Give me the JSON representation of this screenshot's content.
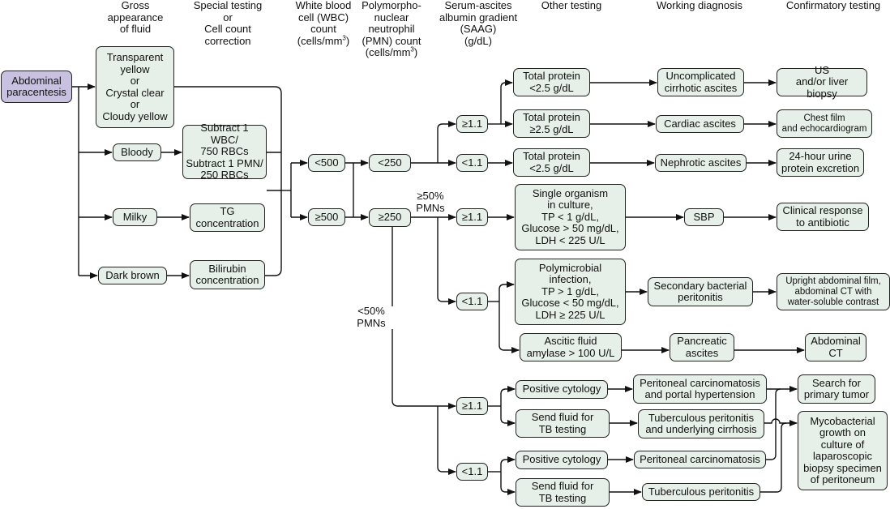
{
  "headers": {
    "gross": "Gross\nappearance\nof fluid",
    "special": "Special testing\nor\nCell count\ncorrection",
    "wbc_main": "White blood\ncell (WBC)\ncount\n(cells/mm",
    "wbc_tail": ")",
    "pmn_main": "Polymorpho-\nnuclear\nneutrophil\n(PMN) count\n(cells/mm",
    "pmn_tail": ")",
    "cube": "3",
    "saag": "Serum-ascites\nalbumin gradient\n(SAAG)\n(g/dL)",
    "other": "Other testing",
    "working": "Working diagnosis",
    "confirm": "Confirmatory testing"
  },
  "nodes": {
    "start": "Abdominal\nparacentesis",
    "transparent": "Transparent\nyellow\nor\nCrystal clear\nor\nCloudy yellow",
    "bloody": "Bloody",
    "milky": "Milky",
    "darkbrown": "Dark brown",
    "subtract": "Subtract 1 WBC/\n750 RBCs\nSubtract 1 PMN/\n250 RBCs",
    "tg": "TG\nconcentration",
    "bilirubin": "Bilirubin\nconcentration",
    "wbc_lt500": "<500",
    "wbc_ge500": "≥500",
    "pmn_lt250": "<250",
    "pmn_ge250": "≥250",
    "s1": "≥1.1",
    "s2": "<1.1",
    "s3": "≥1.1",
    "s4": "<1.1",
    "s5": "≥1.1",
    "s6": "<1.1",
    "tp_lt25a": "Total protein\n<2.5 g/dL",
    "tp_ge25": "Total protein\n≥2.5 g/dL",
    "tp_lt25b": "Total protein\n<2.5 g/dL",
    "single": "Single organism\nin culture,\nTP < 1 g/dL,\nGlucose > 50 mg/dL,\nLDH < 225 U/L",
    "poly": "Polymicrobial\ninfection,\nTP > 1 g/dL,\nGlucose < 50 mg/dL,\nLDH ≥ 225 U/L",
    "amylase": "Ascitic fluid\namylase > 100 U/L",
    "poscyto1": "Positive cytology",
    "sendtb1": "Send fluid for\nTB testing",
    "poscyto2": "Positive cytology",
    "sendtb2": "Send fluid for\nTB testing",
    "uncomplicated": "Uncomplicated\ncirrhotic ascites",
    "cardiac": "Cardiac ascites",
    "nephrotic": "Nephrotic ascites",
    "sbp": "SBP",
    "secondary": "Secondary bacterial\nperitonitis",
    "pancreatic": "Pancreatic\nascites",
    "pcph": "Peritoneal carcinomatosis\nand portal hypertension",
    "tbcirr": "Tuberculous peritonitis\nand underlying cirrhosis",
    "pc": "Peritoneal carcinomatosis",
    "tbp": "Tuberculous peritonitis",
    "us": "US\nand/or liver biopsy",
    "chest": "Chest film\nand echocardiogram",
    "urine": "24-hour urine\nprotein excretion",
    "clinical": "Clinical response\nto antibiotic",
    "upright": "Upright abdominal film,\nabdominal CT with\nwater-soluble contrast",
    "ct": "Abdominal\nCT",
    "search": "Search for\nprimary tumor",
    "myco": "Mycobacterial\ngrowth on\nculture of\nlaparoscopic\nbiopsy specimen\nof peritoneum"
  },
  "labels": {
    "pmn_high": "≥50%\nPMNs",
    "pmn_low": "<50%\nPMNs"
  }
}
